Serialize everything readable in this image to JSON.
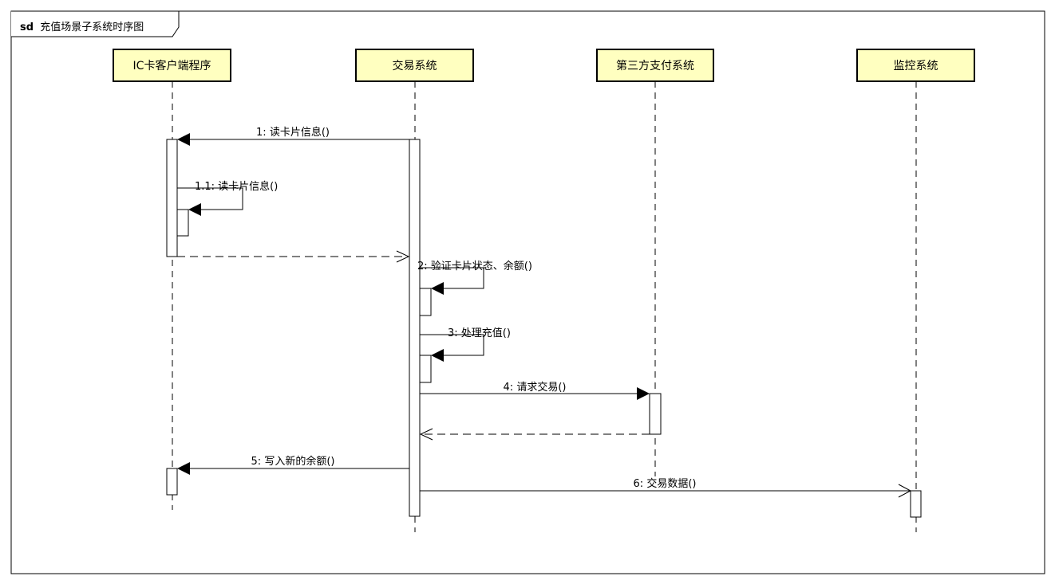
{
  "frame": {
    "keyword": "sd",
    "title": "充值场景子系统时序图"
  },
  "participants": [
    {
      "id": "ic",
      "label": "IC卡客户端程序"
    },
    {
      "id": "trade",
      "label": "交易系统"
    },
    {
      "id": "pay",
      "label": "第三方支付系统"
    },
    {
      "id": "monitor",
      "label": "监控系统"
    }
  ],
  "messages": [
    {
      "id": "m1",
      "label": "1: 读卡片信息()"
    },
    {
      "id": "m11",
      "label": "1.1: 读卡片信息()"
    },
    {
      "id": "m2",
      "label": "2: 验证卡片状态、余额()"
    },
    {
      "id": "m3",
      "label": "3: 处理充值()"
    },
    {
      "id": "m4",
      "label": "4: 请求交易()"
    },
    {
      "id": "m5",
      "label": "5: 写入新的余额()"
    },
    {
      "id": "m6",
      "label": "6: 交易数据()"
    }
  ],
  "colors": {
    "participant_fill": "#ffffc0",
    "line": "#000000"
  }
}
